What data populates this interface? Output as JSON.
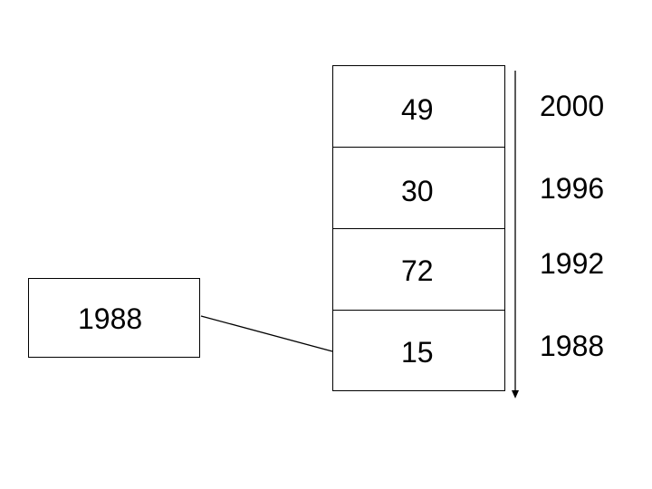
{
  "key_box": {
    "label": "1988"
  },
  "stack": {
    "cells": [
      {
        "value": "49"
      },
      {
        "value": "30"
      },
      {
        "value": "72"
      },
      {
        "value": "15"
      }
    ]
  },
  "years": [
    {
      "label": "2000"
    },
    {
      "label": "1996"
    },
    {
      "label": "1992"
    },
    {
      "label": "1988"
    }
  ],
  "colors": {
    "stroke": "#000000",
    "background": "#ffffff"
  }
}
